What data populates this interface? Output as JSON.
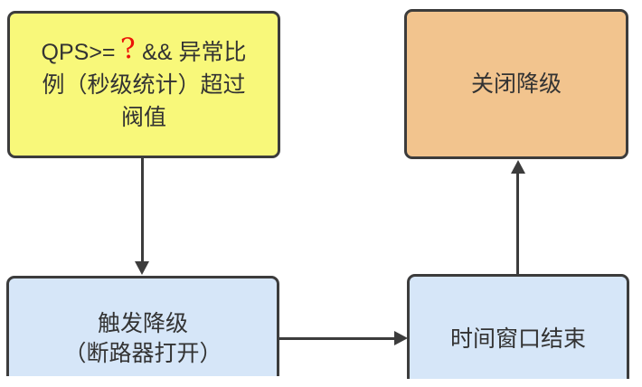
{
  "colors": {
    "canvas_bg": "#ffffff",
    "node_border": "#3c3c3c",
    "arrow": "#3c3c3c",
    "text": "#333333",
    "condition_fill": "#f8f87a",
    "close_fill": "#f2c48e",
    "blue_fill": "#d6e6f8",
    "annotation_red": "#ea1408"
  },
  "diagram": {
    "type": "flowchart",
    "nodes": {
      "condition": {
        "line1_prefix": "QPS>=",
        "annotation_question_mark": "?",
        "line1_suffix": "&& 异常比",
        "line2": "例（秒级统计）超过",
        "line3": "阀值"
      },
      "close_degrade": {
        "label": "关闭降级"
      },
      "trigger_degrade": {
        "line1": "触发降级",
        "line2": "（断路器打开）"
      },
      "time_window": {
        "label": "时间窗口结束"
      }
    },
    "edges": [
      {
        "from": "condition",
        "to": "trigger_degrade",
        "direction": "down"
      },
      {
        "from": "trigger_degrade",
        "to": "time_window",
        "direction": "right"
      },
      {
        "from": "time_window",
        "to": "close_degrade",
        "direction": "up"
      }
    ]
  }
}
